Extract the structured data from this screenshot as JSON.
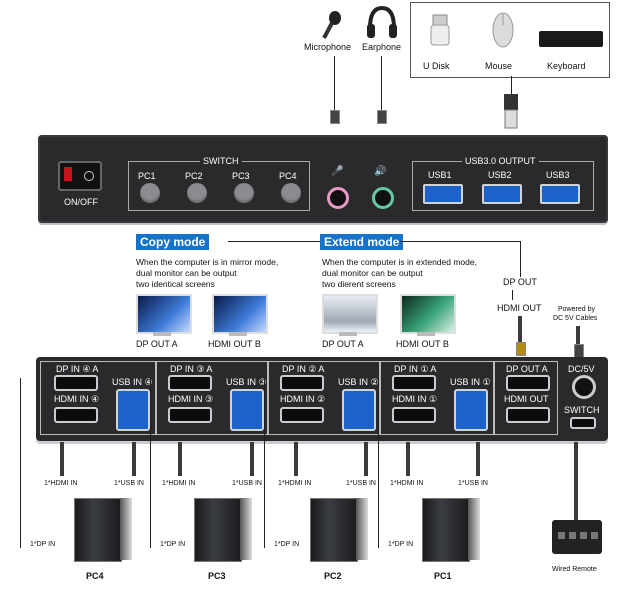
{
  "top": {
    "microphone": "Microphone",
    "earphone": "Earphone",
    "udisk": "U Disk",
    "mouse": "Mouse",
    "keyboard": "Keyboard",
    "onoff": "ON/OFF",
    "switch_title": "SWITCH",
    "pc_buttons": [
      "PC1",
      "PC2",
      "PC3",
      "PC4"
    ],
    "usb_output_title": "USB3.0 OUTPUT",
    "usb_ports": [
      "USB1",
      "USB2",
      "USB3"
    ]
  },
  "modes": {
    "copy_title": "Copy mode",
    "copy_desc": [
      "When the computer is in mirror mode,",
      "dual monitor can be output",
      "two identical screens"
    ],
    "extend_title": "Extend mode",
    "extend_desc": [
      "When the computer is in extended mode,",
      "dual monitor can be output",
      "two dierent screens"
    ],
    "copy_monitors": [
      "DP OUT A",
      "HDMI OUT B"
    ],
    "extend_monitors": [
      "DP OUT A",
      "HDMI OUT B"
    ]
  },
  "outputs": {
    "dp_out": "DP OUT",
    "hdmi_out": "HDMI OUT",
    "power_note": [
      "Powered by",
      "DC 5V Cables"
    ]
  },
  "bottom": {
    "groups": [
      {
        "dp": "DP IN ④ A",
        "hdmi": "HDMI IN ④",
        "usb": "USB IN ④"
      },
      {
        "dp": "DP IN ③ A",
        "hdmi": "HDMI IN ③",
        "usb": "USB IN ③"
      },
      {
        "dp": "DP IN ② A",
        "hdmi": "HDMI IN ②",
        "usb": "USB IN ②"
      },
      {
        "dp": "DP IN ① A",
        "hdmi": "HDMI IN ①",
        "usb": "USB IN ①"
      }
    ],
    "dp_out_a": "DP OUT A",
    "hdmi_out": "HDMI OUT",
    "dc": "DC/5V",
    "switch": "SWITCH"
  },
  "pcs": [
    {
      "name": "PC4",
      "hdmi": "1*HDMI IN",
      "usb": "1*USB IN",
      "dp": "1*DP IN"
    },
    {
      "name": "PC3",
      "hdmi": "1*HDMI IN",
      "usb": "1*USB IN",
      "dp": "1*DP IN"
    },
    {
      "name": "PC2",
      "hdmi": "1*HDMI IN",
      "usb": "1*USB IN",
      "dp": "1*DP IN"
    },
    {
      "name": "PC1",
      "hdmi": "1*HDMI IN",
      "usb": "1*USB IN",
      "dp": "1*DP IN"
    }
  ],
  "wired_remote": "Wired Remote"
}
